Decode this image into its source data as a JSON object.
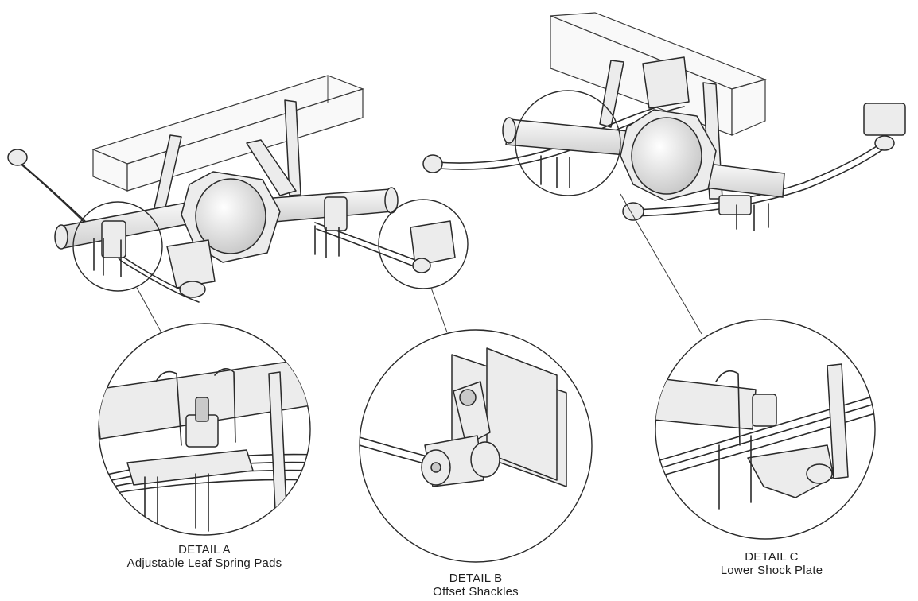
{
  "details": [
    {
      "id": "A",
      "title": "DETAIL A",
      "caption": "Adjustable Leaf Spring Pads"
    },
    {
      "id": "B",
      "title": "DETAIL B",
      "caption": "Offset Shackles"
    },
    {
      "id": "C",
      "title": "DETAIL C",
      "caption": "Lower Shock Plate"
    }
  ],
  "colors": {
    "line": "#2a2a2a",
    "metal": "#ececec",
    "background": "#ffffff"
  }
}
